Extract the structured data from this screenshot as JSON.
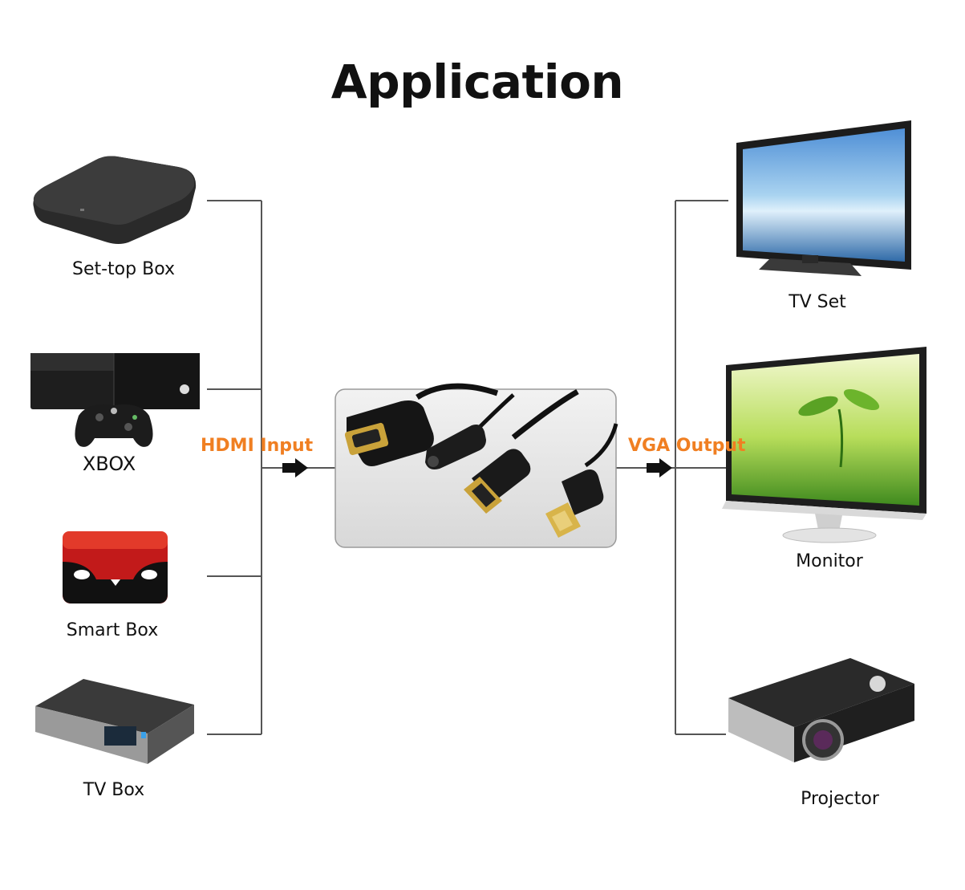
{
  "title": "Application",
  "inputs": [
    "Set-top Box",
    "XBOX",
    "Smart Box",
    "TV Box"
  ],
  "outputs": [
    "TV Set",
    "Monitor",
    "Projector"
  ],
  "input_label": "HDMI Input",
  "output_label": "VGA Output",
  "colors": {
    "accent": "#f07f22",
    "line": "#555555",
    "text": "#111111"
  }
}
